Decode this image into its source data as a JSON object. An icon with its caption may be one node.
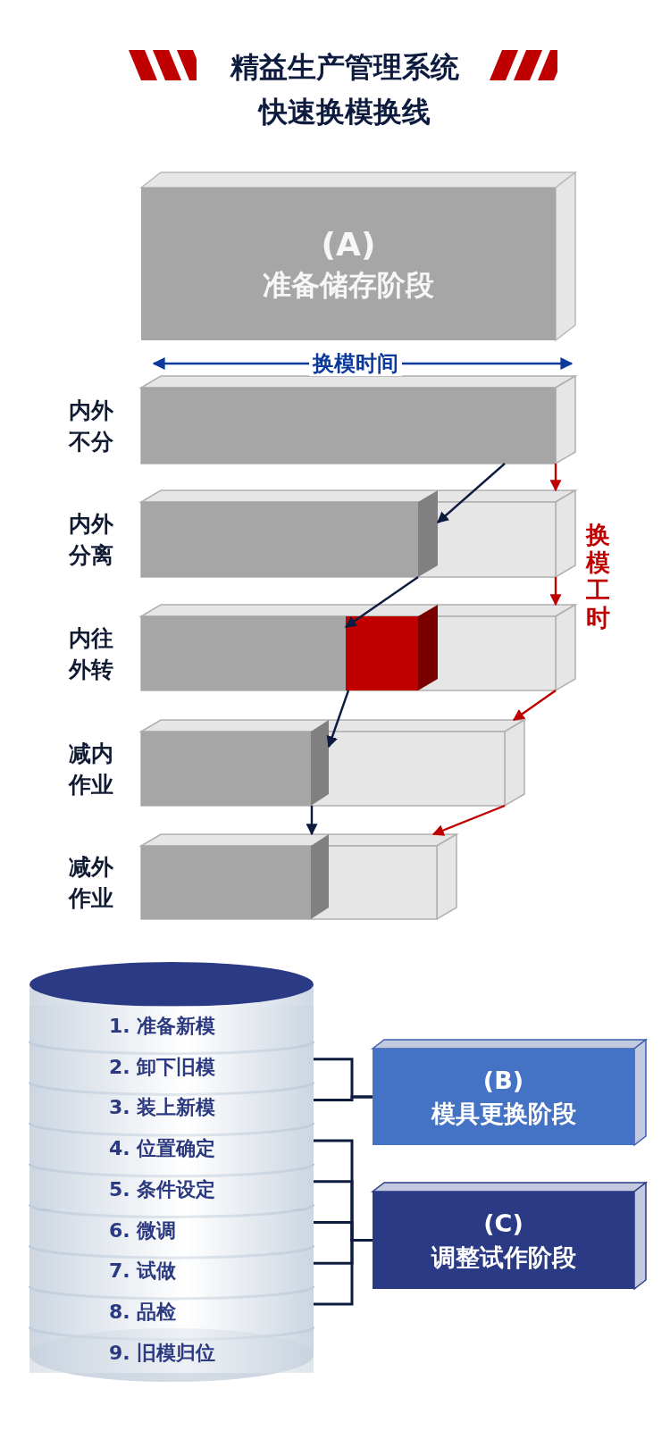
{
  "diagram": {
    "title": "精益生产管理系统快速换模换线",
    "nodes": [
      {
        "text": [
          "(A)",
          "准备储存阶段"
        ]
      },
      {
        "text": [
          "内外不分"
        ]
      },
      {
        "text": [
          "内外分离"
        ]
      },
      {
        "text": [],
        "shape": "box",
        "in": 2
      },
      {
        "text": [
          "内往外转"
        ]
      },
      {
        "text": [],
        "shape": "box",
        "in": 4
      },
      {
        "text": [
          "减内作业"
        ]
      },
      {
        "text": [],
        "shape": "box",
        "in": 6
      },
      {
        "text": [
          "减外作业"
        ]
      },
      {
        "text": [],
        "shape": "box",
        "in": 8
      },
      {
        "text": [],
        "shape": "cylinder"
      },
      {
        "text": [
          "1. 准备新模"
        ],
        "in": 10
      },
      {
        "text": [
          "2. 卸下旧模"
        ],
        "in": 10
      },
      {
        "text": [
          "3. 装上新模"
        ],
        "in": 10
      },
      {
        "text": [
          "4. 位置确定"
        ],
        "in": 10
      },
      {
        "text": [
          "5. 条件设定"
        ],
        "in": 10
      },
      {
        "text": [
          "6. 微调"
        ],
        "in": 10
      },
      {
        "text": [
          "7. 试做"
        ],
        "in": 10
      },
      {
        "text": [
          "8. 品检"
        ],
        "in": 10
      },
      {
        "text": [
          "9. 旧模归位"
        ],
        "in": 10
      },
      {
        "text": [
          "(B)",
          "模具更换阶段"
        ]
      },
      {
        "text": [
          "(C)",
          "调整试作阶段"
        ]
      }
    ],
    "edges": [
      {
        "from": 1,
        "to": 3,
        "arrow": "to"
      },
      {
        "from": 3,
        "to": 5,
        "arrow": "to"
      },
      {
        "from": 5,
        "to": 7,
        "arrow": "to"
      },
      {
        "from": 7,
        "to": 9,
        "arrow": "to"
      },
      {
        "from": 1,
        "to": 2,
        "arrow": "to",
        "color": "#c00000"
      },
      {
        "from": 2,
        "to": 4,
        "arrow": "to",
        "color": "#c00000"
      },
      {
        "from": 4,
        "to": 6,
        "arrow": "to",
        "color": "#c00000"
      },
      {
        "from": 6,
        "to": 8,
        "arrow": "to",
        "color": "#c00000"
      },
      {
        "from": 12,
        "to": 20,
        "arrow": "none"
      },
      {
        "from": 13,
        "to": 20,
        "arrow": "none"
      },
      {
        "from": 14,
        "to": 21,
        "arrow": "none"
      },
      {
        "from": 15,
        "to": 21,
        "arrow": "none"
      },
      {
        "from": 16,
        "to": 21,
        "arrow": "none"
      },
      {
        "from": 17,
        "to": 21,
        "arrow": "none"
      },
      {
        "from": 18,
        "to": 21,
        "arrow": "none"
      }
    ],
    "labels": [
      "换模时间",
      "换模工时"
    ]
  }
}
